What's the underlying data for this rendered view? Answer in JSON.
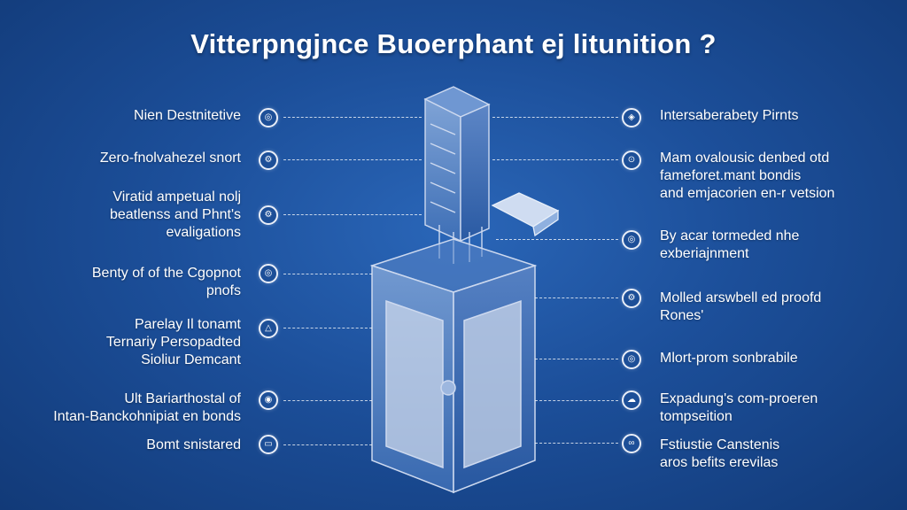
{
  "title": "Vitterpngjnce Buoerphant ej litunition ?",
  "left_labels": [
    {
      "lines": [
        "Nien Destnitetive"
      ]
    },
    {
      "lines": [
        "Zero-fnolvahezel snort"
      ]
    },
    {
      "lines": [
        "Viratid ampetual nolj",
        "beatlenss and Phnt's",
        "evaligations"
      ]
    },
    {
      "lines": [
        "Benty of of the Cgopnot",
        "pnofs"
      ]
    },
    {
      "lines": [
        "Parelay Il tonamt",
        "Ternariy Persopadted",
        "Sioliur Demcant"
      ]
    },
    {
      "lines": [
        "Ult Bariarthostal of",
        "Intan-Banckohnipiat en bonds"
      ]
    },
    {
      "lines": [
        "Bomt snistared"
      ]
    }
  ],
  "right_labels": [
    {
      "lines": [
        "Intersaberabety Pirnts"
      ]
    },
    {
      "lines": [
        "Mam ovalousic denbed otd",
        "fameforet.mant bondis",
        "and emjacorien en-r vetsion"
      ]
    },
    {
      "lines": [
        "By acar tormeded nhe",
        "exberiajnment"
      ]
    },
    {
      "lines": [
        "Molled arswbell ed proofd",
        "Rones'"
      ]
    },
    {
      "lines": [
        "Mlort-prom sonbrabile"
      ]
    },
    {
      "lines": [
        "Expadung's com-proeren",
        "tompseition"
      ]
    },
    {
      "lines": [
        "Fstiustie Canstenis",
        "aros befits erevilas"
      ]
    }
  ],
  "icons": {
    "left": [
      "globe-icon",
      "gear-icon",
      "gear-icon",
      "globe-icon",
      "warning-icon",
      "shield-icon",
      "document-icon"
    ],
    "right": [
      "shield-icon",
      "lock-icon",
      "globe-icon",
      "gear-icon",
      "globe-icon",
      "cloud-icon",
      "chain-icon"
    ],
    "glyphs_left": [
      "◎",
      "⚙",
      "⚙",
      "◎",
      "△",
      "◉",
      "▭"
    ],
    "glyphs_right": [
      "◈",
      "⊙",
      "◎",
      "⚙",
      "◎",
      "☁",
      "∞"
    ]
  },
  "colors": {
    "background": "#1c4f9a",
    "line": "#dce6f5",
    "panel": "#c9d6ea"
  }
}
